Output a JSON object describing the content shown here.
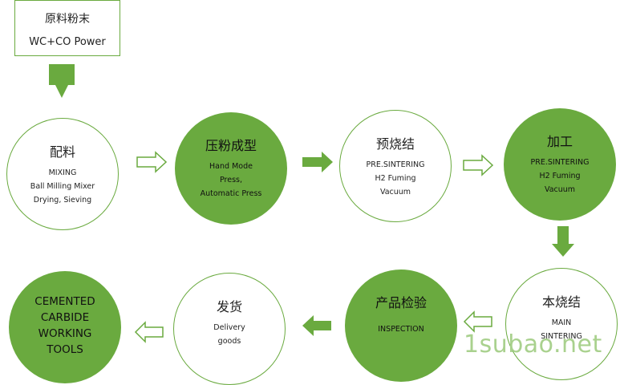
{
  "source": {
    "title": "原料粉末",
    "subtitle": "WC+CO Power"
  },
  "steps": {
    "mixing": {
      "title": "配料",
      "lines": [
        "MIXING",
        "Ball Milling Mixer",
        "Drying, Sieving"
      ]
    },
    "pressing": {
      "title": "压粉成型",
      "lines": [
        "Hand Mode",
        "Press,",
        "Automatic Press"
      ]
    },
    "presinter": {
      "title": "预烧结",
      "lines": [
        "PRE.SINTERING",
        "H2 Fuming",
        "Vacuum"
      ]
    },
    "machining": {
      "title": "加工",
      "lines": [
        "PRE.SINTERING",
        "H2 Fuming",
        "Vacuum"
      ]
    },
    "mainsinter": {
      "title": "本烧结",
      "lines": [
        "MAIN",
        "SINTERING"
      ]
    },
    "inspection": {
      "title": "产品检验",
      "lines": [
        "INSPECTION"
      ]
    },
    "delivery": {
      "title": "发货",
      "lines": [
        "Delivery",
        "goods"
      ]
    },
    "tools": {
      "lines": [
        "CEMENTED",
        "CARBIDE",
        "WORKING",
        "TOOLS"
      ]
    }
  },
  "watermark": "1subao.net",
  "colors": {
    "green": "#6aaa3f",
    "watermark": "#a9d18e"
  }
}
